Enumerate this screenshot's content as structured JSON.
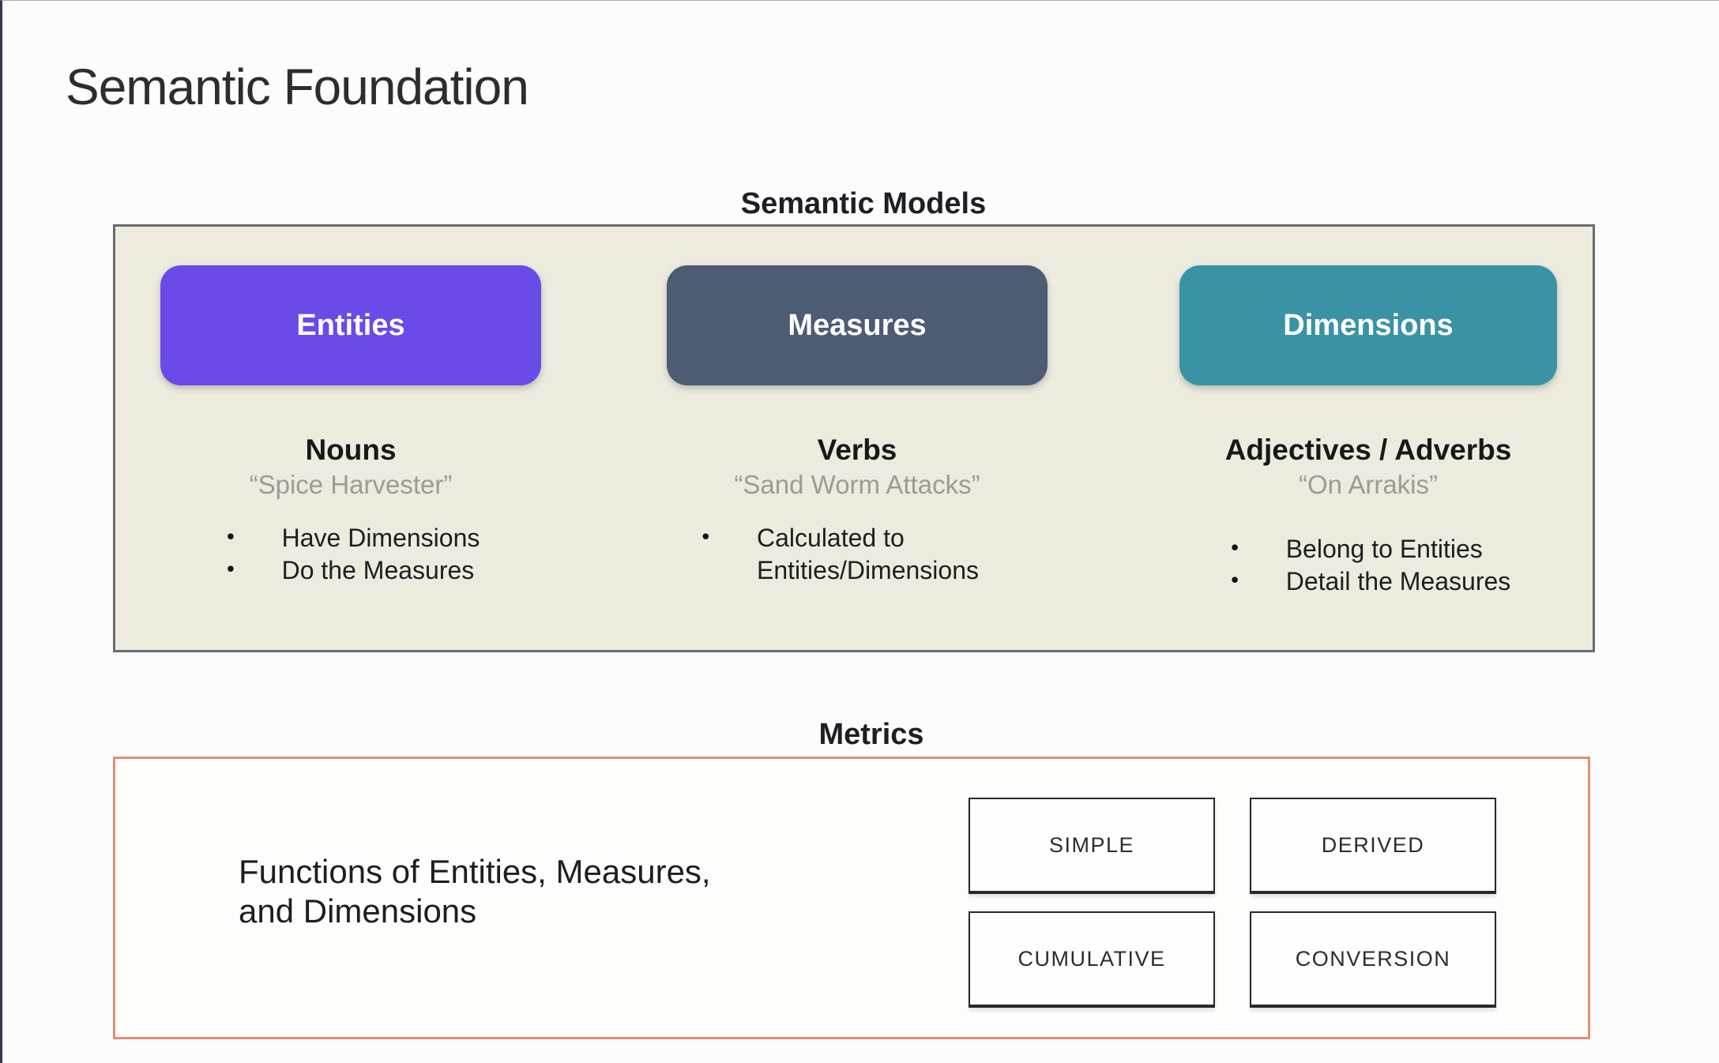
{
  "page": {
    "title": "Semantic Foundation"
  },
  "colors": {
    "entities_pill": "#6a4be8",
    "measures_pill": "#4d5c73",
    "dimensions_pill": "#3a93a4",
    "models_box_bg": "#ecebde",
    "models_box_border": "#666c72",
    "metrics_box_border": "#e08f73"
  },
  "semantic_models": {
    "heading": "Semantic Models",
    "columns": [
      {
        "pill": "Entities",
        "term": "Nouns",
        "quote": "“Spice Harvester”",
        "bullets": [
          "Have Dimensions",
          "Do the Measures"
        ]
      },
      {
        "pill": "Measures",
        "term": "Verbs",
        "quote": "“Sand Worm Attacks”",
        "bullets": [
          "Calculated to Entities/Dimensions"
        ]
      },
      {
        "pill": "Dimensions",
        "term": "Adjectives / Adverbs",
        "quote": "“On Arrakis”",
        "bullets": [
          "Belong to Entities",
          "Detail the Measures"
        ]
      }
    ]
  },
  "metrics": {
    "heading": "Metrics",
    "description_line1": "Functions of Entities, Measures,",
    "description_line2": "and Dimensions",
    "types": [
      "SIMPLE",
      "DERIVED",
      "CUMULATIVE",
      "CONVERSION"
    ]
  }
}
